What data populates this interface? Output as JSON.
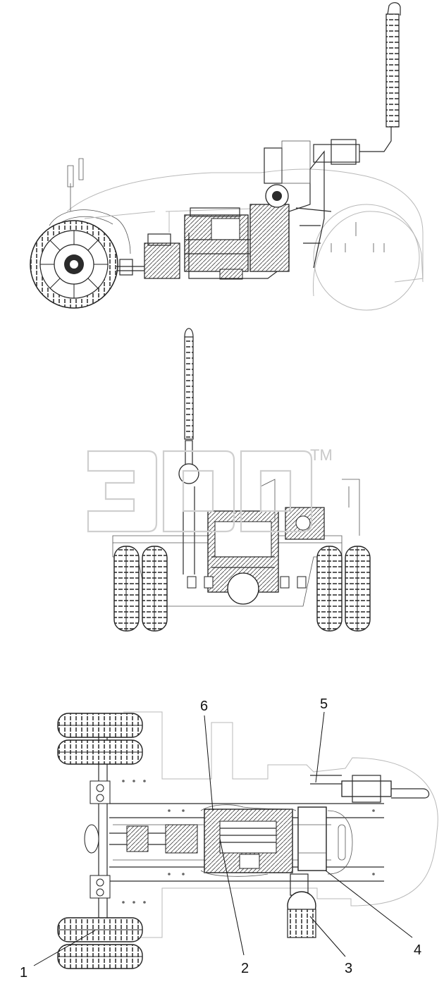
{
  "diagram": {
    "watermark_mark": "TM",
    "callouts": [
      {
        "id": "1",
        "label": "1"
      },
      {
        "id": "2",
        "label": "2"
      },
      {
        "id": "3",
        "label": "3"
      },
      {
        "id": "4",
        "label": "4"
      },
      {
        "id": "5",
        "label": "5"
      },
      {
        "id": "6",
        "label": "6"
      }
    ]
  }
}
